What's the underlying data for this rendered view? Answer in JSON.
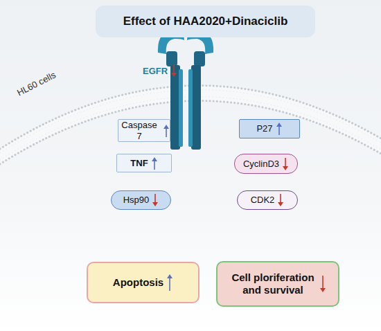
{
  "diagram": {
    "title": "Effect of HAA2020+Dinaciclib",
    "nodes": [
      {
        "text": [
          "Effect of HAA2020+Dinaciclib"
        ]
      },
      {
        "text": [
          "Caspase 7"
        ]
      },
      {
        "text": [
          "P27"
        ]
      },
      {
        "text": [
          "TNF"
        ]
      },
      {
        "text": [
          "CyclinD3"
        ]
      },
      {
        "text": [
          "Hsp90"
        ]
      },
      {
        "text": [
          "CDK2"
        ]
      },
      {
        "text": [
          "Apoptosis"
        ]
      },
      {
        "text": [
          "Cell ploriferation and survival"
        ]
      }
    ],
    "labels": [
      "HL60 cells",
      "EGFR"
    ]
  }
}
